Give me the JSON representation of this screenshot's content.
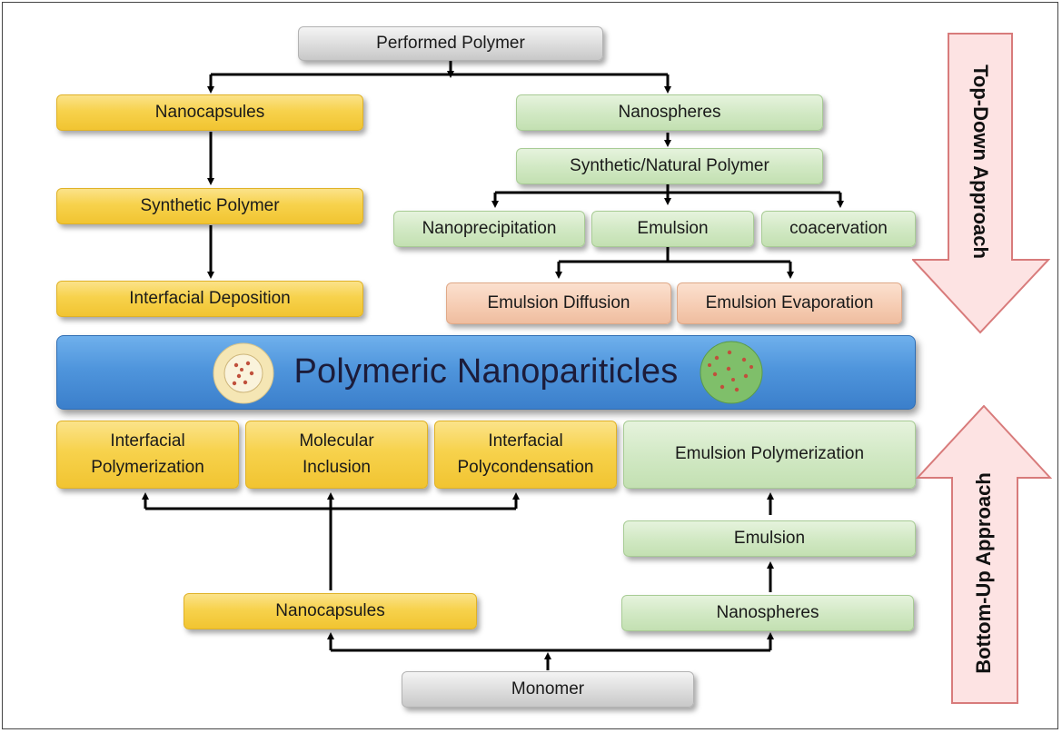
{
  "top": {
    "performed_polymer": "Performed Polymer",
    "nanocapsules": "Nanocapsules",
    "synthetic_polymer": "Synthetic Polymer",
    "interfacial_deposition": "Interfacial Deposition",
    "nanospheres": "Nanospheres",
    "synthetic_natural_polymer": "Synthetic/Natural Polymer",
    "nanoprecipitation": "Nanoprecipitation",
    "emulsion": "Emulsion",
    "coacervation": "coacervation",
    "emulsion_diffusion": "Emulsion Diffusion",
    "emulsion_evaporation": "Emulsion Evaporation"
  },
  "banner": {
    "title": "Polymeric Nanopariticles"
  },
  "bottom": {
    "interfacial_polymerization": [
      "Interfacial",
      "Polymerization"
    ],
    "molecular_inclusion": [
      "Molecular",
      "Inclusion"
    ],
    "interfacial_polycondensation": [
      "Interfacial",
      "Polycondensation"
    ],
    "emulsion_polymerization": "Emulsion Polymerization",
    "emulsion": "Emulsion",
    "nanocapsules": "Nanocapsules",
    "nanospheres": "Nanospheres",
    "monomer": "Monomer"
  },
  "arrows": {
    "top_down": "Top-Down Approach",
    "bottom_up": "Bottom-Up Approach"
  },
  "colors": {
    "yellow": "#f7d24c",
    "green": "#d2e9c5",
    "gray": "#dcdcdc",
    "peach": "#f6cdb4",
    "blue": "#4f95dc",
    "arrow_fill": "#fde3e3",
    "arrow_stroke": "#d87b7b"
  }
}
